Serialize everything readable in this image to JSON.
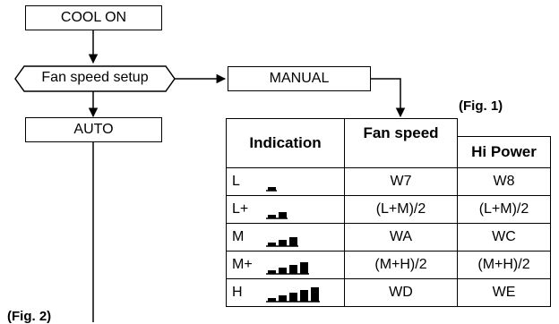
{
  "flow": {
    "cool_on": "COOL ON",
    "fan_speed_setup": "Fan speed setup",
    "manual": "MANUAL",
    "auto": "AUTO"
  },
  "figure_labels": {
    "fig1": "(Fig. 1)",
    "fig2": "(Fig. 2)"
  },
  "table": {
    "headers": {
      "indication": "Indication",
      "fan_speed": "Fan speed",
      "hi_power": "Hi Power"
    },
    "rows": [
      {
        "indication": "L",
        "bars": 1,
        "fan_speed": "W7",
        "hi_power": "W8"
      },
      {
        "indication": "L+",
        "bars": 2,
        "fan_speed": "(L+M)/2",
        "hi_power": "(L+M)/2"
      },
      {
        "indication": "M",
        "bars": 3,
        "fan_speed": "WA",
        "hi_power": "WC"
      },
      {
        "indication": "M+",
        "bars": 4,
        "fan_speed": "(M+H)/2",
        "hi_power": "(M+H)/2"
      },
      {
        "indication": "H",
        "bars": 5,
        "fan_speed": "WD",
        "hi_power": "WE"
      }
    ]
  }
}
